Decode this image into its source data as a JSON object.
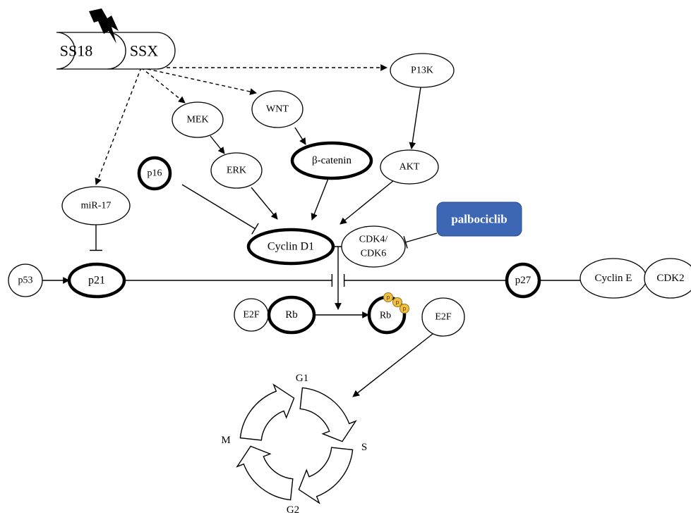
{
  "fusion": {
    "left": "SS18",
    "right": "SSX"
  },
  "nodes": {
    "mek": "MEK",
    "erk": "ERK",
    "wnt": "WNT",
    "catenin": "β-catenin",
    "pi3k": "P13K",
    "akt": "AKT",
    "p16": "p16",
    "mir17": "miR-17",
    "cyclin_d1": "Cyclin D1",
    "cdk46_line1": "CDK4/",
    "cdk46_line2": "CDK6",
    "palbociclib": "palbociclib",
    "p53": "p53",
    "p21": "p21",
    "p27": "p27",
    "cyclin_e": "Cyclin E",
    "cdk2": "CDK2",
    "e2f_left": "E2F",
    "rb": "Rb",
    "rb_phospho": "Rb",
    "phospho_mark": "p",
    "e2f_right": "E2F"
  },
  "cycle": {
    "g1": "G1",
    "s": "S",
    "g2": "G2",
    "m": "M"
  },
  "colors": {
    "drug_box": "#3d67b4",
    "phosphate": "#f3c046",
    "line": "#000000"
  }
}
